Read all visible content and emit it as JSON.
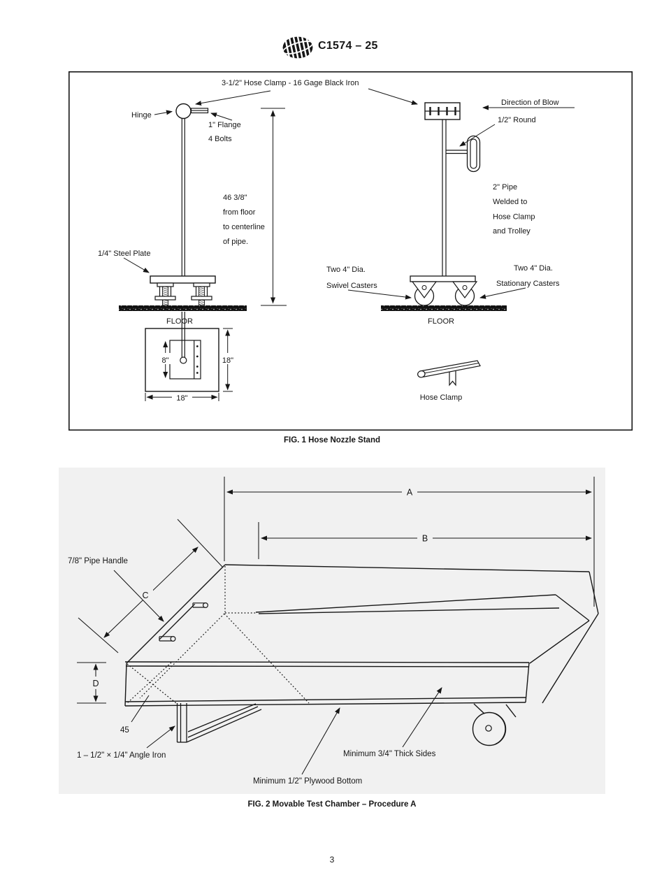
{
  "header": {
    "doc_code": "C1574 – 25",
    "logo_name": "astm-logo"
  },
  "fig1": {
    "caption": "FIG. 1 Hose Nozzle Stand",
    "labels": {
      "hose_clamp_spec": "3-1/2\" Hose Clamp - 16 Gage Black Iron",
      "hinge": "Hinge",
      "flange_line1": "1\" Flange",
      "flange_line2": "4 Bolts",
      "height_line1": "46 3/8\"",
      "height_line2": "from floor",
      "height_line3": "to centerline",
      "height_line4": "of pipe.",
      "steel_plate": "1/4\" Steel Plate",
      "floor_left": "FLOOR",
      "base_depth": "8\"",
      "base_side": "18\"",
      "base_width": "18\"",
      "direction_of_blow": "Direction of Blow",
      "half_round": "1/2\" Round",
      "pipe_line1": "2\" Pipe",
      "pipe_line2": "Welded to",
      "pipe_line3": "Hose Clamp",
      "pipe_line4": "and Trolley",
      "swivel_line1": "Two 4\" Dia.",
      "swivel_line2": "Swivel Casters",
      "stationary_line1": "Two 4\" Dia.",
      "stationary_line2": "Stationary Casters",
      "floor_right": "FLOOR",
      "hose_clamp_detail": "Hose Clamp"
    }
  },
  "fig2": {
    "caption": "FIG. 2 Movable Test Chamber – Procedure A",
    "panel_color": "#f1f1f1",
    "labels": {
      "dim_a": "A",
      "dim_b": "B",
      "dim_c": "C",
      "dim_d": "D",
      "pipe_handle": "7/8\" Pipe Handle",
      "angle_45": "45",
      "angle_iron": "1 – 1/2\" × 1/4\" Angle Iron",
      "thick_sides": "Minimum 3/4\" Thick Sides",
      "plywood_bottom": "Minimum 1/2\" Plywood Bottom"
    }
  },
  "footer": {
    "page_number": "3"
  }
}
